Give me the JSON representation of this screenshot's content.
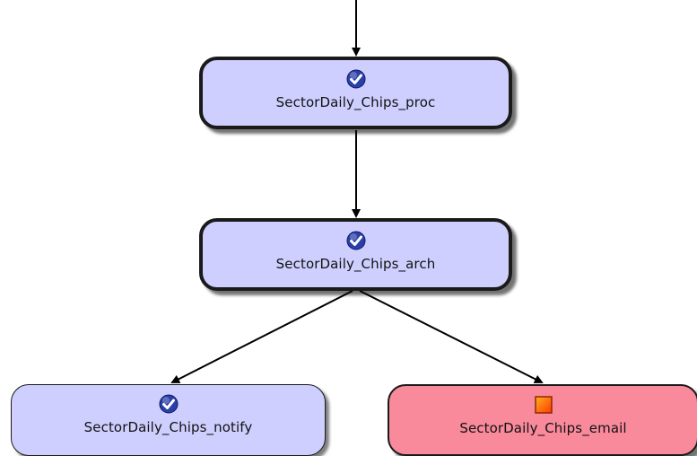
{
  "diagram": {
    "nodes": [
      {
        "id": "proc",
        "label": "SectorDaily_Chips_proc",
        "status": "success"
      },
      {
        "id": "arch",
        "label": "SectorDaily_Chips_arch",
        "status": "success"
      },
      {
        "id": "notify",
        "label": "SectorDaily_Chips_notify",
        "status": "success"
      },
      {
        "id": "email",
        "label": "SectorDaily_Chips_email",
        "status": "failure"
      }
    ],
    "edges": [
      {
        "from": "(incoming)",
        "to": "proc"
      },
      {
        "from": "proc",
        "to": "arch"
      },
      {
        "from": "arch",
        "to": "notify"
      },
      {
        "from": "arch",
        "to": "email"
      }
    ]
  },
  "icons": {
    "success": "check-circle-icon",
    "failure": "failed-square-icon"
  },
  "colors": {
    "success_fill": "#cfcfff",
    "failure_fill": "#f88a9c",
    "edge": "#000000",
    "check_blue": "#2a3fa8",
    "failure_orange": "#ff5a10"
  }
}
